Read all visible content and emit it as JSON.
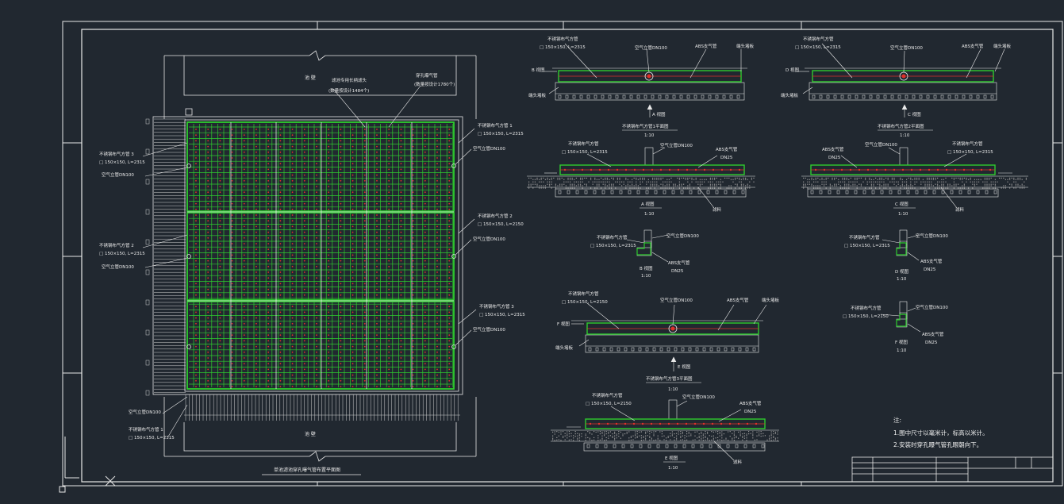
{
  "colors": {
    "background": "#212830",
    "line": "#e8e8e8",
    "pipe": "#2ecc2e",
    "hole": "#e0302a"
  },
  "plan": {
    "title": "单池滤池穿孔曝气管布置平面图",
    "top_label": "池 壁",
    "bottom_label": "池 壁",
    "note_top_1": "滤池专用长柄滤头",
    "note_top_1b": "(数量按设计1484个)",
    "note_top_2": "穿孔曝气管",
    "note_top_2b": "(数量按设计1780个)",
    "right_labels": [
      {
        "l1": "不锈钢布气方管 1",
        "l2": "□ 150×150, L=2315",
        "l3": "空气立管DN100"
      },
      {
        "l1": "不锈钢布气方管 2",
        "l2": "□ 150×150, L=2150",
        "l3": "空气立管DN100"
      },
      {
        "l1": "不锈钢布气方管 3",
        "l2": "□ 150×150, L=2315",
        "l3": "空气立管DN100"
      }
    ],
    "left_labels": [
      {
        "l1": "不锈钢布气方管 3",
        "l2": "□ 150×150, L=2315",
        "l3": "空气立管DN100"
      },
      {
        "l1": "不锈钢布气方管 2",
        "l2": "□ 150×150, L=2315",
        "l3": "空气立管DN100"
      },
      {
        "l1": "空气立管DN100",
        "l2": "不锈钢布气方管 1",
        "l3": "□ 150×150, L=2315"
      }
    ]
  },
  "sections": {
    "sec1_title": "不锈钢布气方管1平面图",
    "sec1_scale": "1:10",
    "sec2_title": "不锈钢布气方管2平面图",
    "sec2_scale": "1:10",
    "sec3_title": "不锈钢布气方管3平面图",
    "sec3_scale": "1:10",
    "pipe_label": "不锈钢布气方管",
    "pipe_dim_a": "□ 150×150, L=2315",
    "pipe_dim_b": "□ 150×150, L=2150",
    "riser": "空气立管DN100",
    "abs_pipe": "ABS支气管",
    "abs_dn": "DN25",
    "end_cap": "端头堵板",
    "filter_media": "滤料",
    "view_a": "A 视图",
    "view_b": "B 视图",
    "view_c": "C 视图",
    "view_d": "D 视图",
    "view_e": "E 视图",
    "view_f": "F 视图",
    "scale": "1:10"
  },
  "notes": {
    "title": "注:",
    "items": [
      "1.图中尺寸以毫米计，标高以米计。",
      "2.安装时穿孔曝气管孔眼朝向下。"
    ]
  }
}
